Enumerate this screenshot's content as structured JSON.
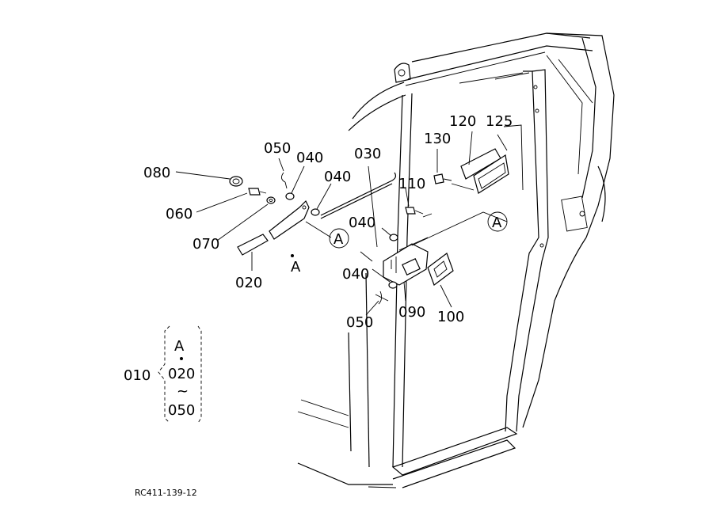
{
  "diagram": {
    "ref_code": "RC411-139-12",
    "callouts": {
      "c080": "080",
      "c060": "060",
      "c070": "070",
      "c020": "020",
      "c050a": "050",
      "c040a": "040",
      "c040b": "040",
      "c030": "030",
      "c110": "110",
      "c040c": "040",
      "c040d": "040",
      "c050b": "050",
      "c090": "090",
      "c100": "100",
      "c130": "130",
      "c120": "120",
      "c125": "125"
    },
    "markers": {
      "a1": "A",
      "a2": "A",
      "a3": "A"
    },
    "legend": {
      "code": "010",
      "top": "A",
      "range_start": "020",
      "range_tilde": "~",
      "range_end": "050"
    }
  }
}
